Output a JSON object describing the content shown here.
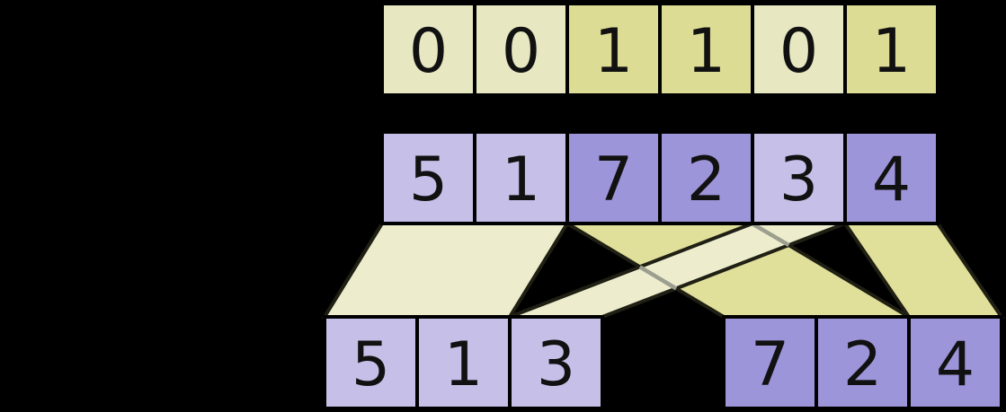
{
  "colors": {
    "background": "#000000",
    "cell_outline": "#000000",
    "mask_false_fill": "#e7e7c1",
    "mask_true_fill": "#dcdc95",
    "flow_unselected_fill": "#ededce",
    "flow_selected_fill": "#e0e09b",
    "value_unselected_fill": "#c6bfe8",
    "value_selected_fill": "#9d95d9",
    "flow_edge": "#1f1f14",
    "hidden_edge": "#9c9e8e",
    "digit_color": "#111111"
  },
  "rows": {
    "mask": {
      "cells": [
        {
          "value": "0",
          "selected": false
        },
        {
          "value": "0",
          "selected": false
        },
        {
          "value": "1",
          "selected": true
        },
        {
          "value": "1",
          "selected": true
        },
        {
          "value": "0",
          "selected": false
        },
        {
          "value": "1",
          "selected": true
        }
      ]
    },
    "input": {
      "cells": [
        {
          "value": "5",
          "selected": false
        },
        {
          "value": "1",
          "selected": false
        },
        {
          "value": "7",
          "selected": true
        },
        {
          "value": "2",
          "selected": true
        },
        {
          "value": "3",
          "selected": false
        },
        {
          "value": "4",
          "selected": true
        }
      ]
    },
    "output_left": {
      "cells": [
        {
          "value": "5"
        },
        {
          "value": "1"
        },
        {
          "value": "3"
        }
      ]
    },
    "output_right": {
      "cells": [
        {
          "value": "7"
        },
        {
          "value": "2"
        },
        {
          "value": "4"
        }
      ]
    }
  },
  "flows": [
    {
      "name": "selected-main",
      "tone": "selected",
      "source_cols": [
        2,
        4
      ],
      "dest_row": "output_right",
      "dest_cols": [
        0,
        2
      ]
    },
    {
      "name": "selected-last",
      "tone": "selected",
      "source_cols": [
        5,
        6
      ],
      "dest_row": "output_right",
      "dest_cols": [
        2,
        3
      ]
    },
    {
      "name": "unselected-left",
      "tone": "unselected",
      "source_cols": [
        0,
        2
      ],
      "dest_row": "output_left",
      "dest_cols": [
        0,
        2
      ]
    },
    {
      "name": "unselected-cross",
      "tone": "unselected",
      "source_cols": [
        4,
        5
      ],
      "dest_row": "output_left",
      "dest_cols": [
        2,
        3
      ]
    }
  ]
}
